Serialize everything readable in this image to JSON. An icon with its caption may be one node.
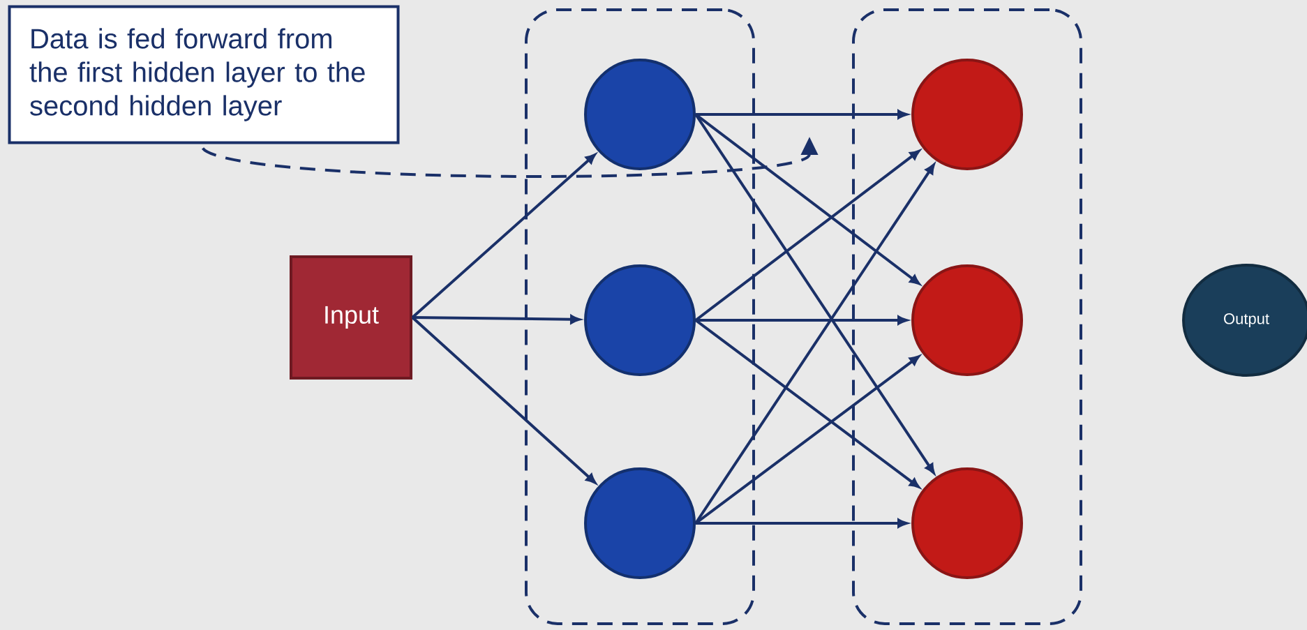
{
  "diagram": {
    "nodes": [
      {
        "text": [
          "Data is fed forward from the first hidden layer to the second hidden layer"
        ]
      },
      {
        "text": [
          "Input"
        ]
      },
      {
        "text": [],
        "shape": "box"
      },
      {
        "text": [],
        "shape": "circle",
        "in": 2
      },
      {
        "text": [],
        "shape": "circle",
        "in": 2
      },
      {
        "text": [],
        "shape": "circle",
        "in": 2
      },
      {
        "text": [],
        "shape": "box"
      },
      {
        "text": [],
        "shape": "circle",
        "in": 6
      },
      {
        "text": [],
        "shape": "circle",
        "in": 6
      },
      {
        "text": [],
        "shape": "circle",
        "in": 6
      },
      {
        "text": [
          "Output"
        ]
      }
    ],
    "edges": [
      {
        "from": 1,
        "to": 3,
        "arrow": "to"
      },
      {
        "from": 1,
        "to": 4,
        "arrow": "to"
      },
      {
        "from": 1,
        "to": 5,
        "arrow": "to"
      },
      {
        "from": 3,
        "to": 7,
        "arrow": "to"
      },
      {
        "from": 3,
        "to": 8,
        "arrow": "to"
      },
      {
        "from": 3,
        "to": 9,
        "arrow": "to"
      },
      {
        "from": 4,
        "to": 7,
        "arrow": "to"
      },
      {
        "from": 4,
        "to": 8,
        "arrow": "to"
      },
      {
        "from": 4,
        "to": 9,
        "arrow": "to"
      },
      {
        "from": 5,
        "to": 7,
        "arrow": "to"
      },
      {
        "from": 5,
        "to": 8,
        "arrow": "to"
      },
      {
        "from": 5,
        "to": 9,
        "arrow": "to"
      },
      {
        "from": 0,
        "to": null,
        "arrow": "to",
        "style": "dashed"
      }
    ]
  }
}
